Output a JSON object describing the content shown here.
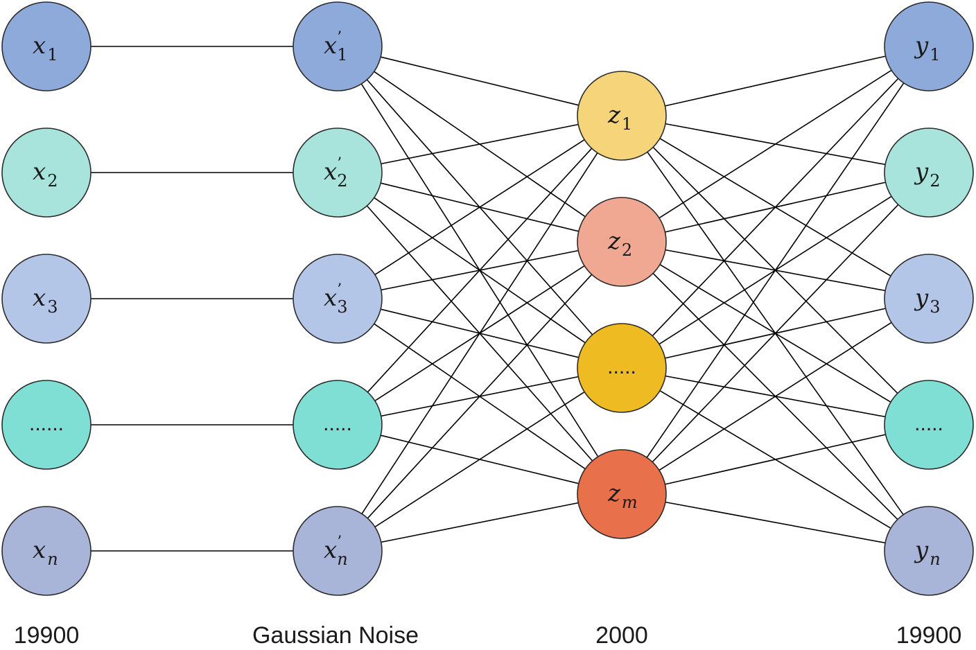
{
  "layers": [
    {
      "caption": "19900",
      "nodes": [
        {
          "symbol": "x",
          "sub": "1",
          "prime": false,
          "color": "#8eaadb"
        },
        {
          "symbol": "x",
          "sub": "2",
          "prime": false,
          "color": "#a8e4dc"
        },
        {
          "symbol": "x",
          "sub": "3",
          "prime": false,
          "color": "#b4c6e7"
        },
        {
          "text": "......",
          "color": "#7fdfd4"
        },
        {
          "symbol": "x",
          "sub": "n",
          "prime": false,
          "color": "#a9b4d9"
        }
      ]
    },
    {
      "caption": "Gaussian Noise",
      "nodes": [
        {
          "symbol": "x",
          "sub": "1",
          "prime": true,
          "color": "#8eaadb"
        },
        {
          "symbol": "x",
          "sub": "2",
          "prime": true,
          "color": "#a8e4dc"
        },
        {
          "symbol": "x",
          "sub": "3",
          "prime": true,
          "color": "#b4c6e7"
        },
        {
          "text": ".....",
          "color": "#7fdfd4"
        },
        {
          "symbol": "x",
          "sub": "n",
          "prime": true,
          "color": "#a9b4d9"
        }
      ]
    },
    {
      "caption": "2000",
      "nodes": [
        {
          "symbol": "z",
          "sub": "1",
          "prime": false,
          "color": "#f6d57a"
        },
        {
          "symbol": "z",
          "sub": "2",
          "prime": false,
          "color": "#f0a893"
        },
        {
          "text": ".....",
          "color": "#efbb22"
        },
        {
          "symbol": "z",
          "sub": "m",
          "prime": false,
          "color": "#e8704a"
        }
      ]
    },
    {
      "caption": "19900",
      "nodes": [
        {
          "symbol": "y",
          "sub": "1",
          "prime": false,
          "color": "#8eaadb"
        },
        {
          "symbol": "y",
          "sub": "2",
          "prime": false,
          "color": "#a8e4dc"
        },
        {
          "symbol": "y",
          "sub": "3",
          "prime": false,
          "color": "#b4c6e7"
        },
        {
          "text": ".....",
          "color": "#7fdfd4"
        },
        {
          "symbol": "y",
          "sub": "n",
          "prime": false,
          "color": "#a9b4d9"
        }
      ]
    }
  ],
  "connections": [
    {
      "from_layer": 0,
      "to_layer": 1,
      "pattern": "one-to-one"
    },
    {
      "from_layer": 1,
      "to_layer": 2,
      "pattern": "fully-connected"
    },
    {
      "from_layer": 2,
      "to_layer": 3,
      "pattern": "fully-connected"
    }
  ]
}
